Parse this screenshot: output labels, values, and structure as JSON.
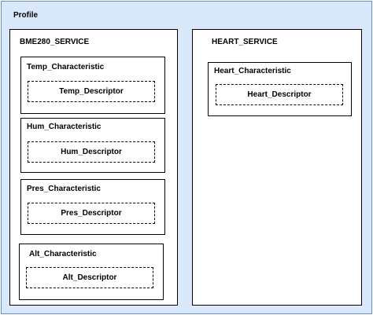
{
  "profile": {
    "label": "Profile"
  },
  "services": [
    {
      "name": "BME280_SERVICE",
      "characteristics": [
        {
          "name": "Temp_Characteristic",
          "descriptor": "Temp_Descriptor"
        },
        {
          "name": "Hum_Characteristic",
          "descriptor": "Hum_Descriptor"
        },
        {
          "name": "Pres_Characteristic",
          "descriptor": "Pres_Descriptor"
        },
        {
          "name": "Alt_Characteristic",
          "descriptor": "Alt_Descriptor"
        }
      ]
    },
    {
      "name": "HEART_SERVICE",
      "characteristics": [
        {
          "name": "Heart_Characteristic",
          "descriptor": "Heart_Descriptor"
        }
      ]
    }
  ],
  "colors": {
    "profile_fill": "#dae8fc",
    "profile_stroke": "#6c8ebf",
    "box_stroke": "#000000",
    "box_fill": "#ffffff"
  }
}
